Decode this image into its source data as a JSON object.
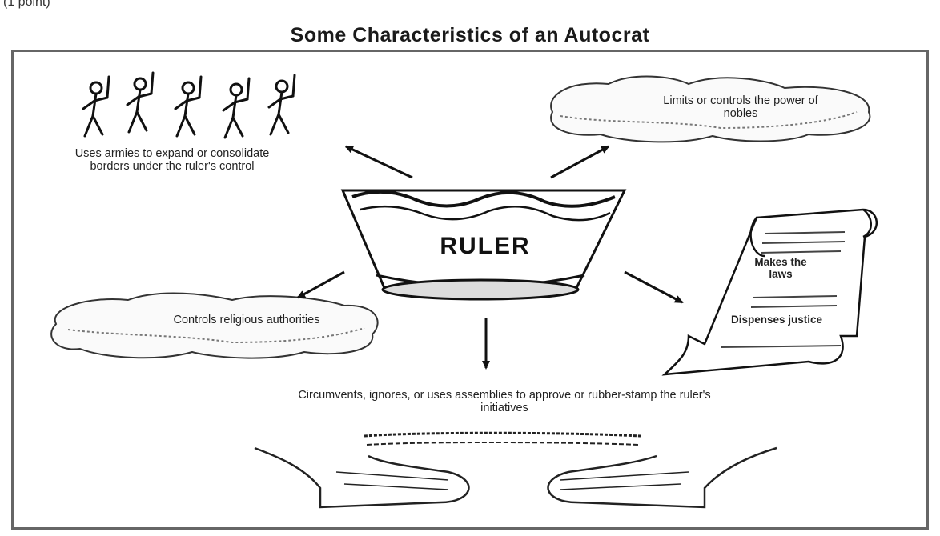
{
  "question_points": "(1 point)",
  "title": "Some Characteristics of an Autocrat",
  "center": "RULER",
  "characteristics": {
    "army": "Uses armies to expand or consolidate borders under the ruler's control",
    "nobles": "Limits or controls the power of nobles",
    "religion": "Controls religious authorities",
    "law_top": "Makes the laws",
    "law_bottom": "Dispenses justice",
    "assembly": "Circumvents, ignores, or uses assemblies to approve or rubber-stamp the ruler's initiatives"
  }
}
